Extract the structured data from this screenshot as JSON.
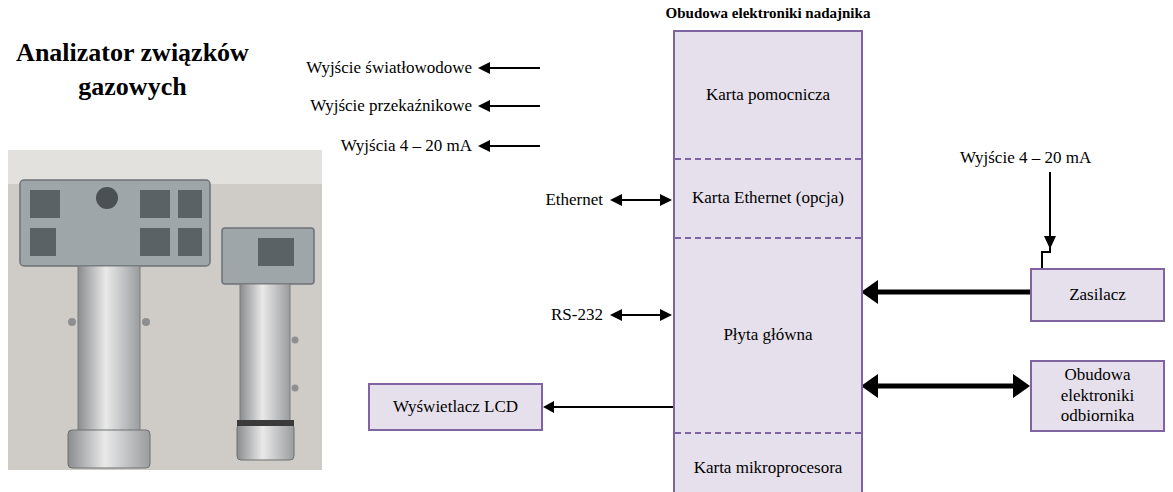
{
  "diagram": {
    "title": "Analizator związków gazowych",
    "nodes": [
      {
        "text": [
          "Obudowa elektroniki nadajnika"
        ]
      },
      {
        "text": [
          "Karta pomocnicza"
        ],
        "in": 0
      },
      {
        "text": [
          "Karta Ethernet (opcja)"
        ],
        "in": 0
      },
      {
        "text": [
          "Płyta główna"
        ],
        "in": 0
      },
      {
        "text": [
          "Karta mikroprocesora"
        ],
        "in": 0
      },
      {
        "text": [
          "Wyświetlacz LCD"
        ]
      },
      {
        "text": [
          "Zasilacz"
        ]
      },
      {
        "text": [
          "Obudowa elektroniki odbiornika"
        ]
      }
    ],
    "edges": [
      {
        "from": 3,
        "to": 5,
        "arrow": "to"
      },
      {
        "from": 6,
        "to": 3,
        "arrow": "to"
      },
      {
        "from": 3,
        "to": 7,
        "arrow": "both"
      }
    ],
    "labels": [
      "Wyjście światłowodowe",
      "Wyjście przekaźnikowe",
      "Wyjścia 4 – 20 mA",
      "Ethernet",
      "RS-232",
      "Wyjście 4 – 20 mA"
    ]
  }
}
